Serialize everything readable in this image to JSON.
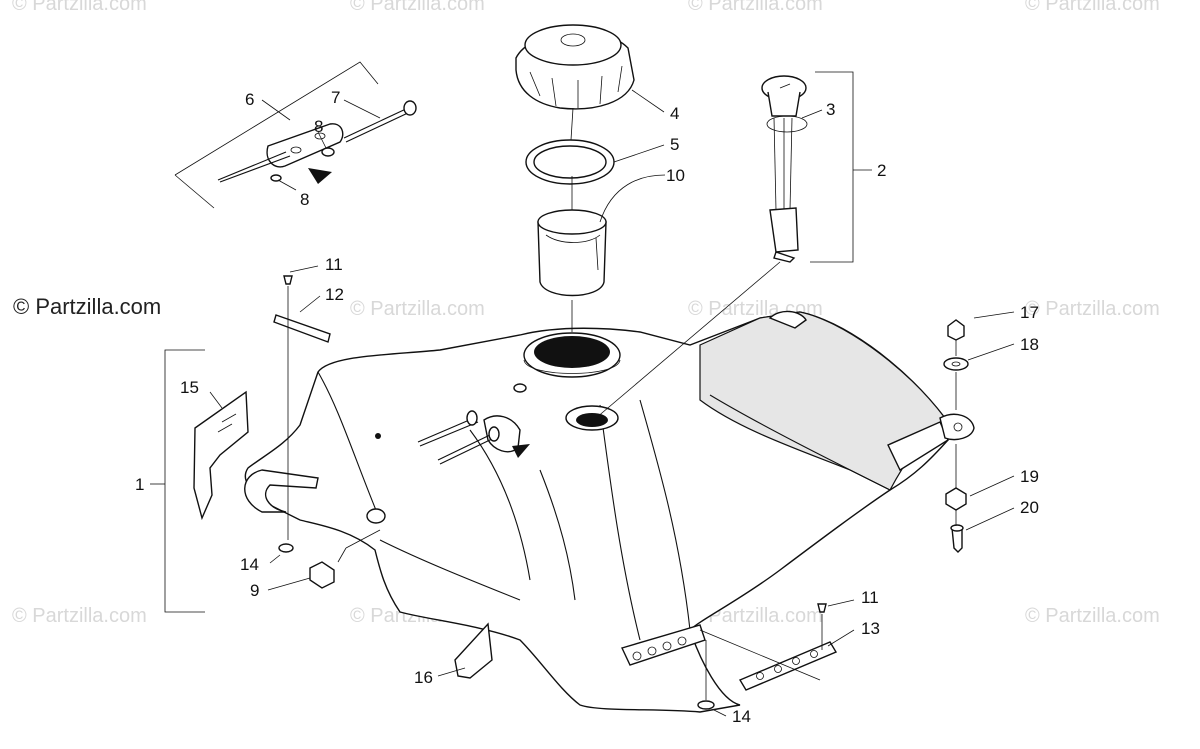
{
  "credit": "© Partzilla.com",
  "watermark": "© Partzilla.com",
  "callouts": [
    "1",
    "2",
    "3",
    "4",
    "5",
    "6",
    "7",
    "8",
    "8",
    "9",
    "10",
    "11",
    "11",
    "12",
    "13",
    "14",
    "14",
    "15",
    "16",
    "17",
    "18",
    "19",
    "20"
  ]
}
